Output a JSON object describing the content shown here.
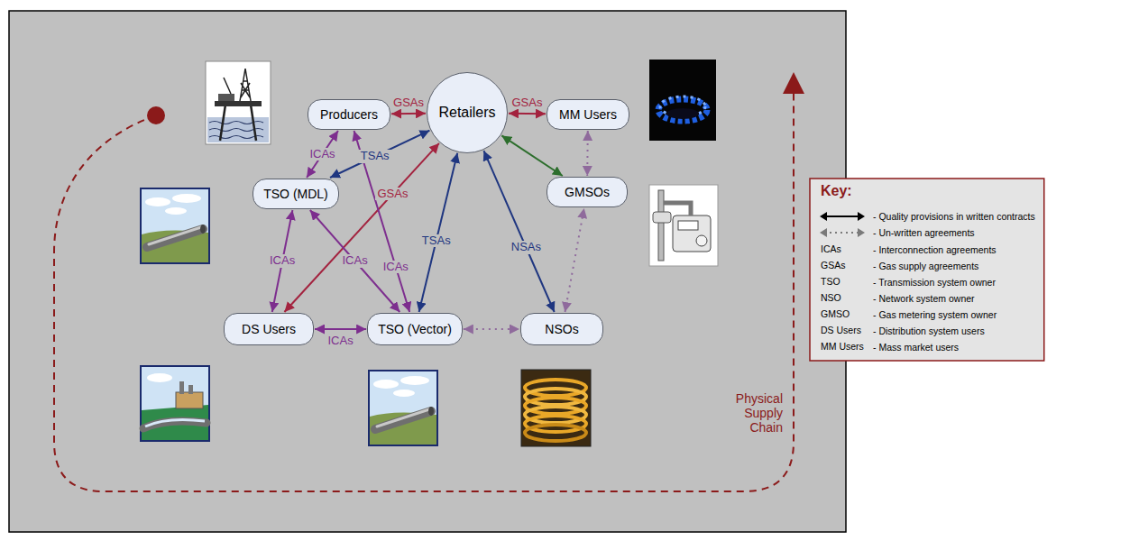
{
  "diagram": {
    "nodes": [
      {
        "text": [
          "Producers"
        ]
      },
      {
        "text": [
          "Retailers"
        ]
      },
      {
        "text": [
          "MM Users"
        ]
      },
      {
        "text": [
          "TSO (MDL)"
        ]
      },
      {
        "text": [
          "GMSOs"
        ]
      },
      {
        "text": [
          "DS Users"
        ]
      },
      {
        "text": [
          "TSO (Vector)"
        ]
      },
      {
        "text": [
          "NSOs"
        ]
      }
    ],
    "edges": [
      {
        "from": 0,
        "to": 1,
        "label": "GSAs",
        "arrow": "both"
      },
      {
        "from": 1,
        "to": 2,
        "label": "GSAs",
        "arrow": "both"
      },
      {
        "from": 2,
        "to": 4,
        "arrow": "both"
      },
      {
        "from": 1,
        "to": 4,
        "arrow": "both"
      },
      {
        "from": 0,
        "to": 3,
        "label": "ICAs",
        "arrow": "both"
      },
      {
        "from": 1,
        "to": 3,
        "label": "TSAs",
        "arrow": "both"
      },
      {
        "from": 1,
        "to": 5,
        "label": "GSAs",
        "arrow": "both"
      },
      {
        "from": 0,
        "to": 6,
        "label": "ICAs",
        "arrow": "both"
      },
      {
        "from": 1,
        "to": 6,
        "label": "TSAs",
        "arrow": "both"
      },
      {
        "from": 1,
        "to": 7,
        "label": "NSAs",
        "arrow": "both"
      },
      {
        "from": 3,
        "to": 5,
        "label": "ICAs",
        "arrow": "both"
      },
      {
        "from": 3,
        "to": 6,
        "label": "ICAs",
        "arrow": "both"
      },
      {
        "from": 5,
        "to": 6,
        "label": "ICAs",
        "arrow": "both"
      },
      {
        "from": 6,
        "to": 7,
        "arrow": "both"
      },
      {
        "from": 7,
        "to": 4,
        "arrow": "both"
      }
    ],
    "labels": [
      "Key:",
      "ICAs",
      "GSAs",
      "TSO",
      "NSO",
      "GMSO",
      "DS Users",
      "MM Users",
      "Physical Supply Chain"
    ],
    "legend": [
      {
        "text": "- Quality provisions in written contracts"
      },
      {
        "text": "- Un-written agreements"
      },
      {
        "text": "- Interconnection agreements"
      },
      {
        "text": "- Gas supply agreements"
      },
      {
        "text": "- Transmission system owner"
      },
      {
        "text": "- Network system owner"
      },
      {
        "text": "- Gas metering system owner"
      },
      {
        "text": "- Distribution system users"
      },
      {
        "text": "- Mass market users"
      }
    ]
  }
}
